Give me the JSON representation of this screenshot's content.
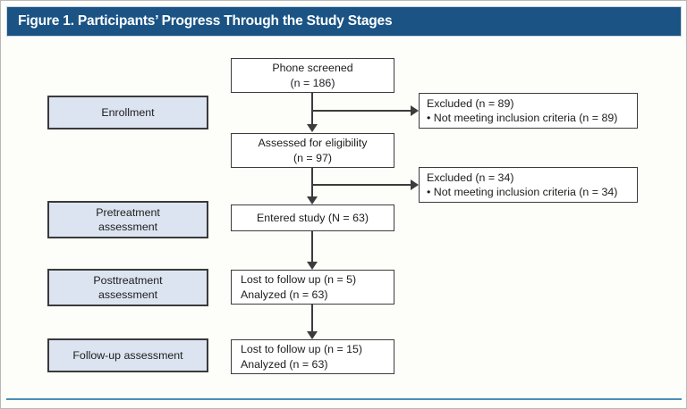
{
  "figure": {
    "title": "Figure 1. Participants’ Progress Through the Study Stages",
    "title_bar_color": "#1a5384",
    "footer_rule_color": "#4a8fb5",
    "stage_box_fill": "#dce4f1",
    "box_border_color": "#3c3c3c",
    "background_color": "#fdfdfa"
  },
  "stages": [
    {
      "label": "Enrollment"
    },
    {
      "label_line1": "Pretreatment",
      "label_line2": "assessment"
    },
    {
      "label_line1": "Posttreatment",
      "label_line2": "assessment"
    },
    {
      "label": "Follow-up assessment"
    }
  ],
  "flow": [
    {
      "line1": "Phone screened",
      "line2": "(n = 186)"
    },
    {
      "line1": "Assessed for eligibility",
      "line2": "(n = 97)"
    },
    {
      "line1": "Entered study (N = 63)"
    },
    {
      "line1": "Lost to follow up (n = 5)",
      "line2": "Analyzed (n = 63)"
    },
    {
      "line1": "Lost to follow up (n = 15)",
      "line2": "Analyzed (n = 63)"
    }
  ],
  "exclusions": [
    {
      "line1": "Excluded (n = 89)",
      "line2": "• Not meeting inclusion criteria (n = 89)"
    },
    {
      "line1": "Excluded (n = 34)",
      "line2": "• Not meeting inclusion criteria (n = 34)"
    }
  ],
  "chart_data": {
    "type": "diagram",
    "title": "Figure 1. Participants’ Progress Through the Study Stages",
    "diagram_kind": "CONSORT-style participant flow chart",
    "stage_labels": [
      "Enrollment",
      "Pretreatment assessment",
      "Posttreatment assessment",
      "Follow-up assessment"
    ],
    "nodes": [
      {
        "id": "phone_screened",
        "label": "Phone screened",
        "n": 186,
        "n_symbol": "n"
      },
      {
        "id": "assessed",
        "label": "Assessed for eligibility",
        "n": 97,
        "n_symbol": "n"
      },
      {
        "id": "excluded_1",
        "label": "Excluded",
        "n": 89,
        "n_symbol": "n",
        "reason": "Not meeting inclusion criteria",
        "reason_n": 89
      },
      {
        "id": "entered_study",
        "label": "Entered study",
        "n": 63,
        "n_symbol": "N"
      },
      {
        "id": "excluded_2",
        "label": "Excluded",
        "n": 34,
        "n_symbol": "n",
        "reason": "Not meeting inclusion criteria",
        "reason_n": 34
      },
      {
        "id": "posttreatment",
        "lost_to_follow_up": 5,
        "analyzed": 63
      },
      {
        "id": "followup",
        "lost_to_follow_up": 15,
        "analyzed": 63
      }
    ],
    "edges": [
      {
        "from": "phone_screened",
        "to": "assessed",
        "direction": "down"
      },
      {
        "from": "phone_screened",
        "to": "excluded_1",
        "direction": "right"
      },
      {
        "from": "assessed",
        "to": "entered_study",
        "direction": "down"
      },
      {
        "from": "assessed",
        "to": "excluded_2",
        "direction": "right"
      },
      {
        "from": "entered_study",
        "to": "posttreatment",
        "direction": "down"
      },
      {
        "from": "posttreatment",
        "to": "followup",
        "direction": "down"
      }
    ]
  }
}
